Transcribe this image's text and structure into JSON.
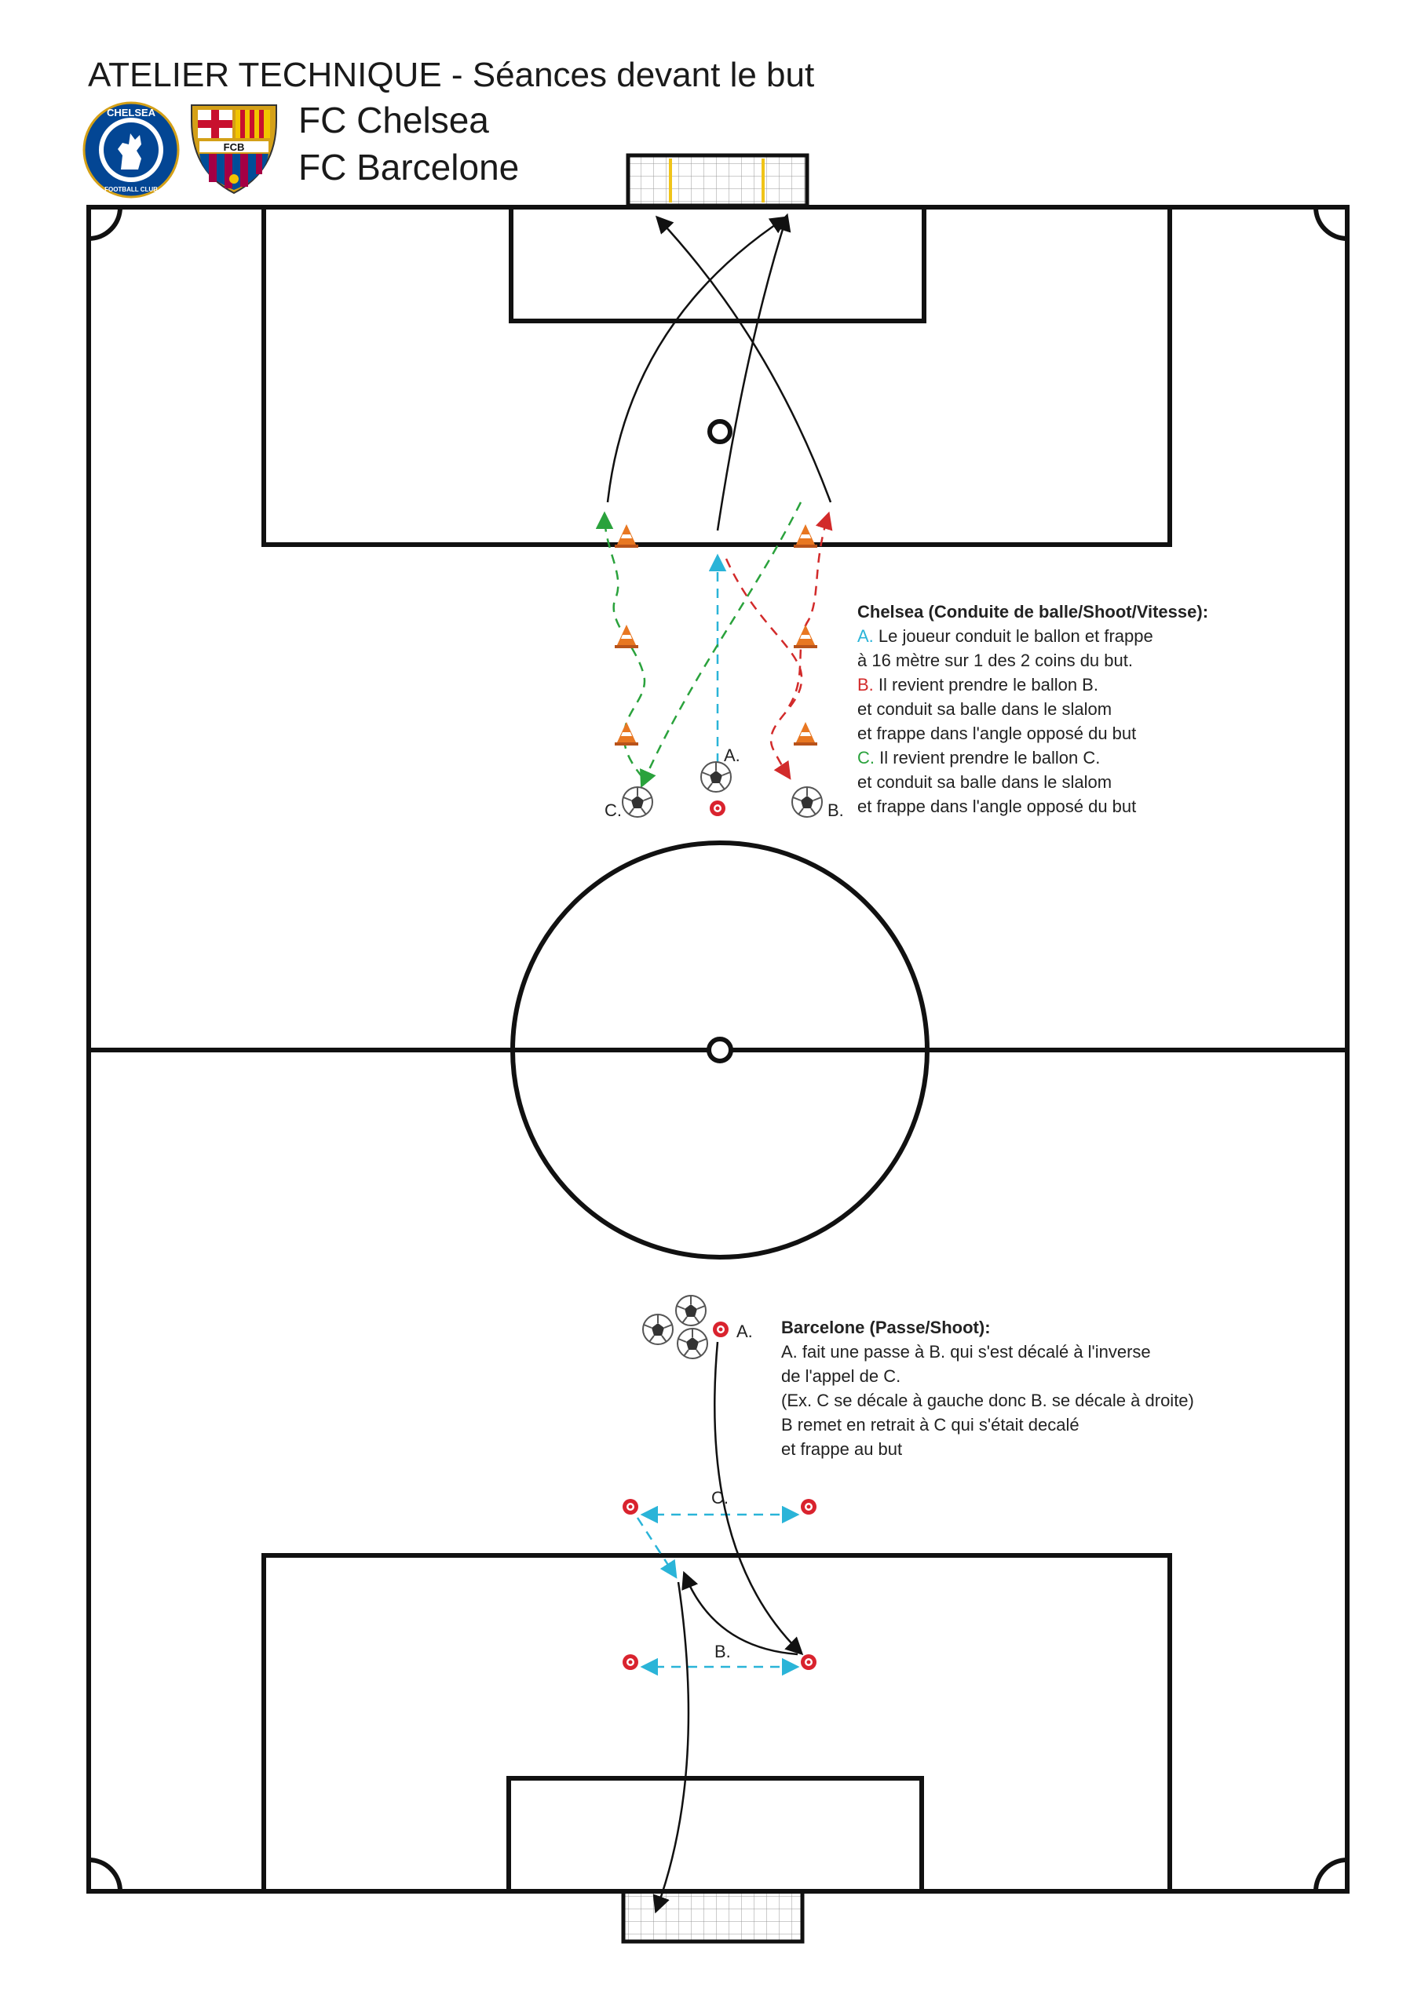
{
  "header": {
    "title": "ATELIER TECHNIQUE - Séances devant le but",
    "team_1": "FC Chelsea",
    "team_2": "FC Barcelone"
  },
  "crests": {
    "chelsea_text": "CHELSEA",
    "chelsea_sub": "FOOTBALL CLUB",
    "barca_text": "FCB"
  },
  "chelsea_drill": {
    "heading": "Chelsea (Conduite de balle/Shoot/Vitesse):",
    "a_prefix": "A.",
    "a_line1": "Le joueur conduit le ballon et frappe",
    "a_line2": "à 16 mètre sur 1 des 2 coins du but.",
    "b_prefix": "B.",
    "b_line1": "Il revient prendre le ballon B.",
    "b_line2": "et conduit sa balle dans le slalom",
    "b_line3": "et frappe dans l'angle opposé du but",
    "c_prefix": "C.",
    "c_line1": "Il revient prendre le ballon C.",
    "c_line2": "et conduit sa balle dans le slalom",
    "c_line3": "et frappe dans l'angle opposé du but",
    "label_a": "A.",
    "label_b": "B.",
    "label_c": "C."
  },
  "barcelona_drill": {
    "heading": "Barcelone (Passe/Shoot):",
    "line1": "A. fait une passe à B. qui s'est décalé à l'inverse",
    "line2": "de l'appel de C.",
    "line3": "(Ex. C se décale à gauche donc B. se décale à droite)",
    "line4": "B remet en retrait à C qui s'était decalé",
    "line5": "et frappe au but",
    "label_a": "A.",
    "label_b": "B.",
    "label_c": "C."
  },
  "colors": {
    "line_a": "#2ab4d8",
    "line_b": "#d22a2a",
    "line_c": "#2aa23c",
    "cone": "#e87722",
    "marker": "#d9232e",
    "goal_post_accent": "#f0c419",
    "chelsea_blue": "#034694",
    "barca_blue": "#004d98",
    "barca_red": "#a50044"
  }
}
